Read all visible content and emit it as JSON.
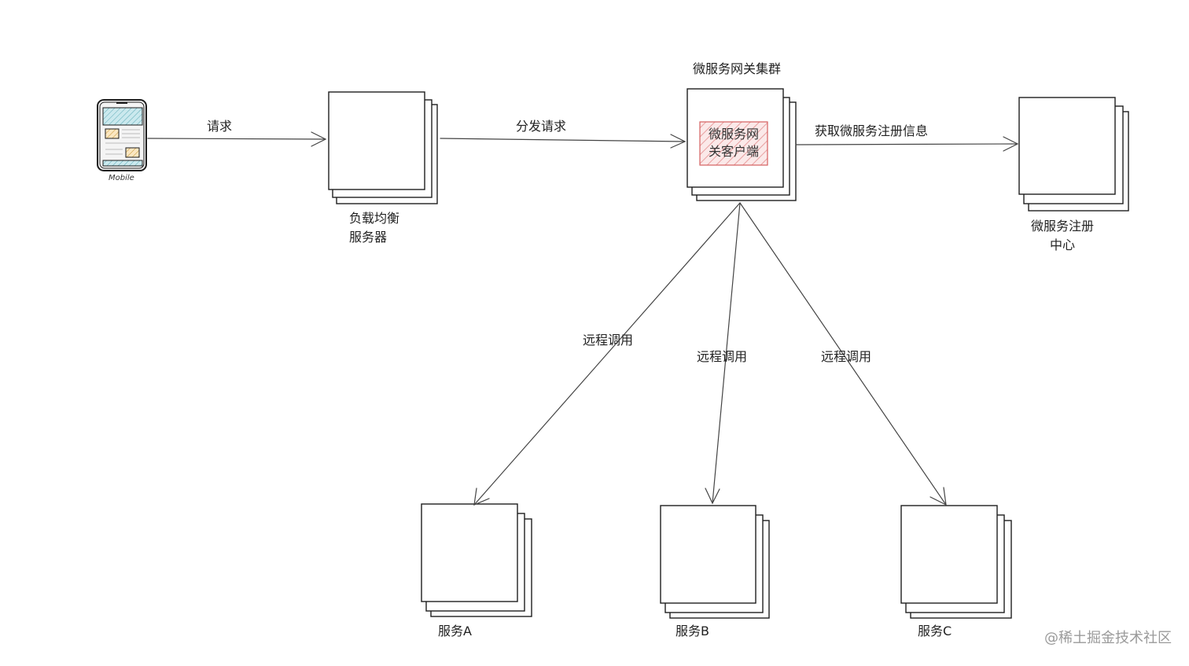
{
  "mobile": {
    "label": "Mobile"
  },
  "edges": {
    "request": "请求",
    "dispatch": "分发请求",
    "fetch_registry": "获取微服务注册信息",
    "rpc_a": "远程调用",
    "rpc_b": "远程调用",
    "rpc_c": "远程调用"
  },
  "nodes": {
    "load_balancer": {
      "line1": "负载均衡",
      "line2": "服务器"
    },
    "gateway": {
      "title": "微服务网关集群",
      "client_line1": "微服务网",
      "client_line2": "关客户端"
    },
    "registry": {
      "line1": "微服务注册",
      "line2": "中心"
    },
    "service_a": "服务A",
    "service_b": "服务B",
    "service_c": "服务C"
  },
  "watermark": "@稀土掘金技术社区",
  "colors": {
    "stroke": "#1e1e1e",
    "hatch": "#e8a0a0",
    "hatch_fill": "#fbe9e9",
    "phone_blue": "#a5d8e0",
    "phone_yellow": "#f7d9a0"
  }
}
